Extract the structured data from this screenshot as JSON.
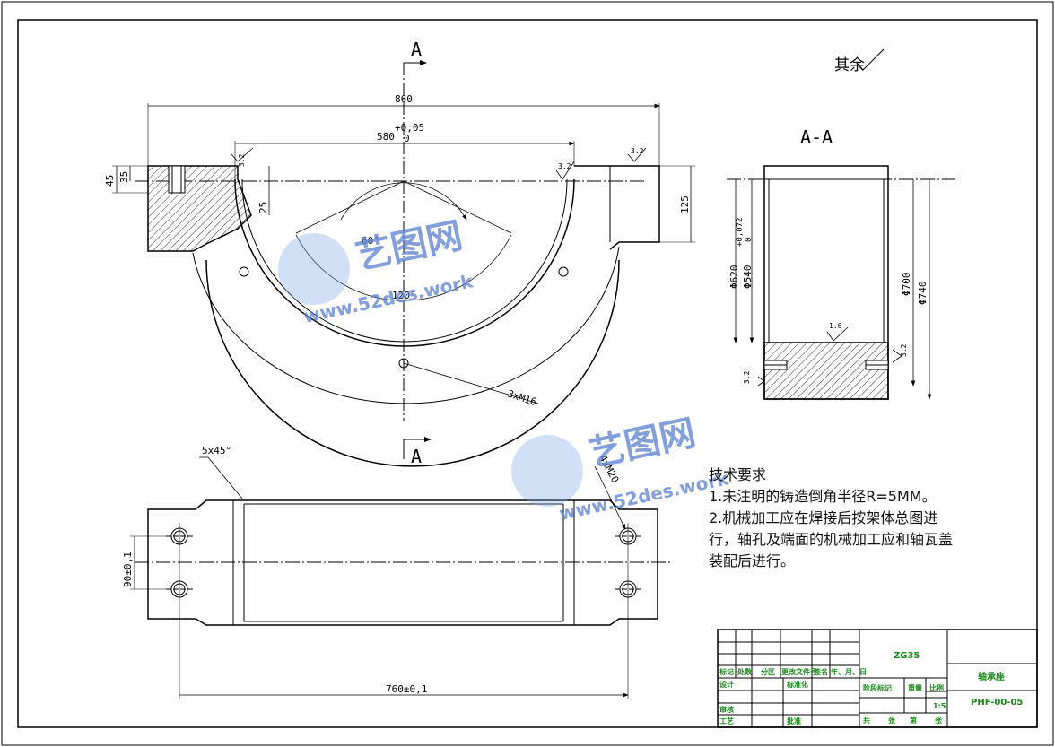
{
  "drawing": {
    "section_mark": "A",
    "section_title": "A-A",
    "roughness_rest": "其余",
    "dims": {
      "overall_length": "860",
      "bore_width": "580",
      "bore_tol": "+0,05",
      "bore_tol_low": "0",
      "h45": "45",
      "h35": "35",
      "h25": "25",
      "h125": "125",
      "angle60": "60°",
      "angle120": "120°",
      "holes": "3xM16",
      "chamfer": "5x45°",
      "thread20": "4xM20",
      "slot90": "90±0,1",
      "span760": "760±0,1",
      "d620": "Φ620",
      "d540": "Φ540",
      "d540_tol": "+0,072",
      "d540_tol_low": "0",
      "d700": "Φ700",
      "d740": "Φ740",
      "r32a": "3.2",
      "r32b": "3.2",
      "r32c": "3.2",
      "r32d": "3.2",
      "r32e": "3.2",
      "r16": "1.6"
    }
  },
  "notes": {
    "title": "技术要求",
    "line1": "1.未注明的铸造倒角半径R=5MM。",
    "line2": "2.机械加工应在焊接后按架体总图进",
    "line3": "行，轴孔及端面的机械加工应和轴瓦盖",
    "line4": "装配后进行。"
  },
  "title_block": {
    "material": "ZG35",
    "part_name": "轴承座",
    "drawing_no": "PHF-00-05",
    "scale": "1:5",
    "r_biaoji": "标记",
    "r_chushu": "处数",
    "r_fenqu": "分区",
    "r_wenjian": "更改文件号",
    "r_qianming": "签名",
    "r_ymd": "年、月、日",
    "r_sheji": "设计",
    "r_biaozhun": "标准化",
    "r_jieduan": "阶段标记",
    "r_zhongliang": "重量",
    "r_bili": "比例",
    "r_shenhe": "审核",
    "r_gongyi": "工艺",
    "r_pizhun": "批准",
    "r_gong": "共",
    "r_zhang": "张",
    "r_di": "第",
    "r_zhang2": "张"
  },
  "watermark": {
    "brand": "艺图网",
    "url": "www.52des.work"
  }
}
